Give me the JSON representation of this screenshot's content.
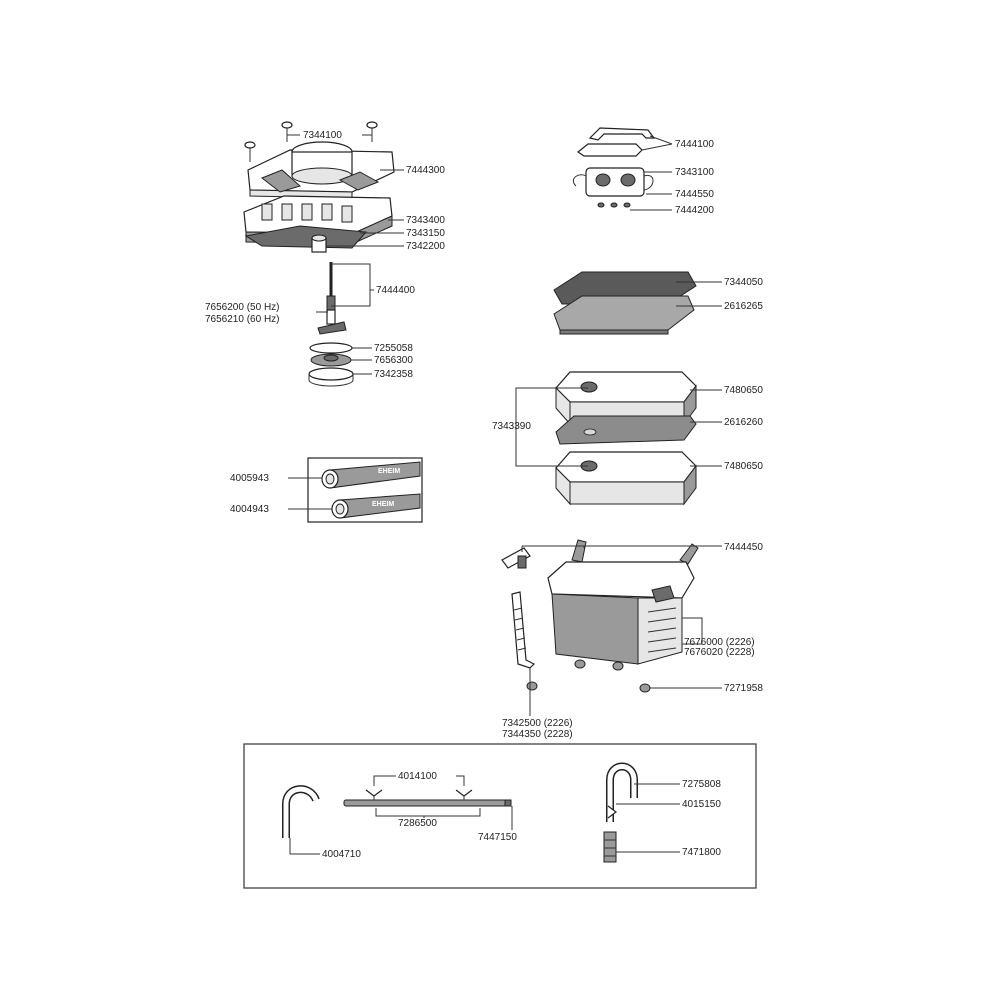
{
  "labels": {
    "motor_screws": "7344100",
    "motor_top": "7444300",
    "motor_housing": "7343400",
    "gasket": "7343150",
    "intake_nozzle": "7342200",
    "impeller_shaft": "7444400",
    "impeller_50": "7656200  (50 Hz)",
    "impeller_60": "7656210  (60 Hz)",
    "o_ring": "7255058",
    "impeller_cover": "7656300",
    "bayonet_ring": "7342358",
    "clips": "7444100",
    "valve_body": "7343100",
    "valve_assembly": "7444550",
    "valve_seals": "7444200",
    "filter_pad_coarse": "7344050",
    "filter_pad_fine": "2616265",
    "basket_set": "7343390",
    "basket_upper": "7480650",
    "basket_pad": "2616260",
    "basket_lower": "7480650",
    "hose_1": "4005943",
    "hose_2": "4004943",
    "hose_brand": "EHEIM",
    "handle_clips": "7444450",
    "canister_2226": "7676000  (2226)",
    "canister_2228": "7676020  (2228)",
    "feet": "7271958",
    "intake_2226": "7342500  (2226)",
    "intake_2228": "7344350  (2228)",
    "suction_cups": "4014100",
    "spray_bar": "7286500",
    "end_cap": "7447150",
    "outlet_bend": "4004710",
    "intake_u_pipe": "7275808",
    "suction_holder": "4015150",
    "intake_strainer": "7471800"
  }
}
